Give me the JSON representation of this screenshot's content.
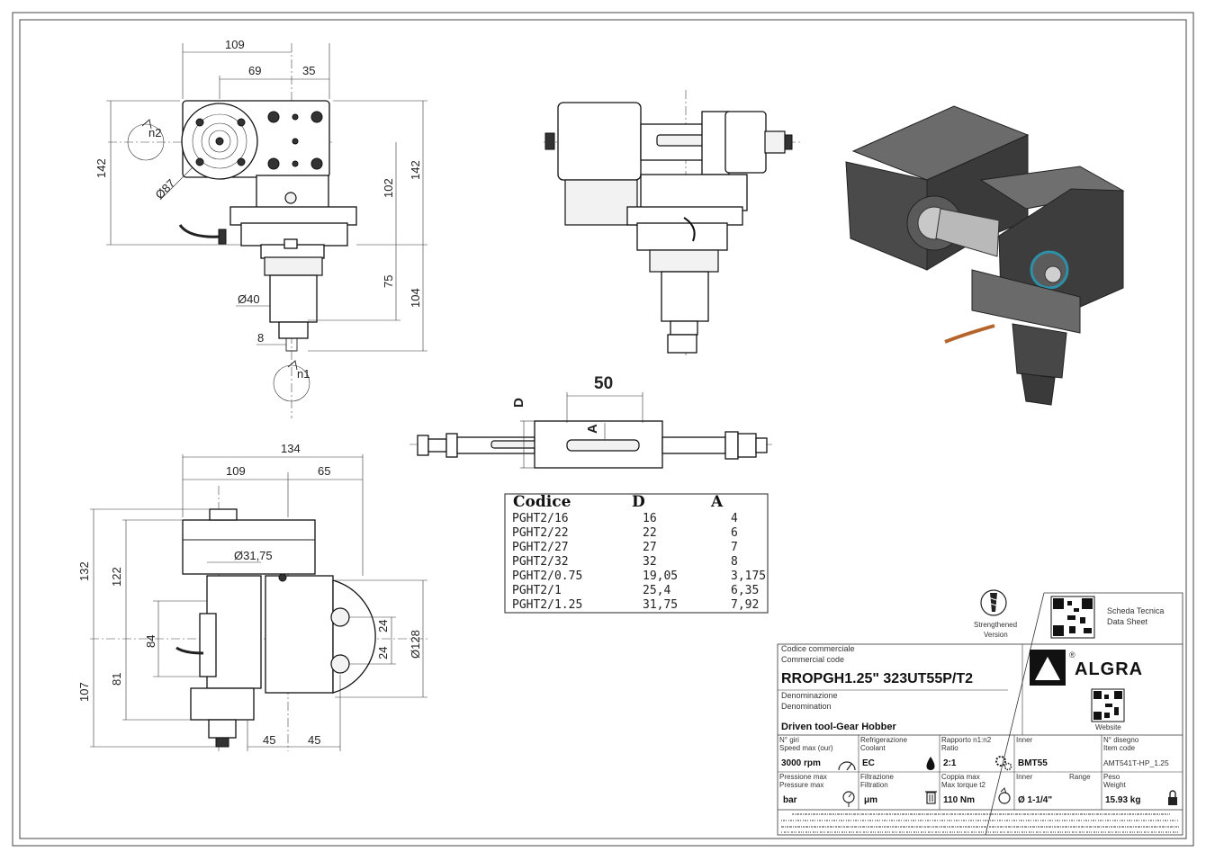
{
  "dims": {
    "front": {
      "d109": "109",
      "d69": "69",
      "d35": "35",
      "h142_left": "142",
      "h142_right": "142",
      "h102": "102",
      "h75": "75",
      "h104": "104",
      "dia87": "Ø87",
      "dia40": "Ø40",
      "d8": "8",
      "n2": "n2",
      "n1": "n1"
    },
    "shaft": {
      "d50": "50",
      "labelD": "D",
      "labelA": "A"
    },
    "bottom": {
      "d134": "134",
      "d109": "109",
      "d65": "65",
      "dia3175": "Ø31,75",
      "h132": "132",
      "h122": "122",
      "h84": "84",
      "h107": "107",
      "h81": "81",
      "h24a": "24",
      "h24b": "24",
      "dia128": "Ø128",
      "d45a": "45",
      "d45b": "45"
    }
  },
  "table": {
    "headers": [
      "Codice",
      "D",
      "A"
    ],
    "rows": [
      [
        "PGHT2/16",
        "16",
        "4"
      ],
      [
        "PGHT2/22",
        "22",
        "6"
      ],
      [
        "PGHT2/27",
        "27",
        "7"
      ],
      [
        "PGHT2/32",
        "32",
        "8"
      ],
      [
        "PGHT2/0.75",
        "19,05",
        "3,175"
      ],
      [
        "PGHT2/1",
        "25,4",
        "6,35"
      ],
      [
        "PGHT2/1.25",
        "31,75",
        "7,92"
      ]
    ]
  },
  "titleblock": {
    "strengthened_1": "Strengthened",
    "strengthened_2": "Version",
    "scheda_1": "Scheda Tecnica",
    "scheda_2": "Data Sheet",
    "code_label_1": "Codice commerciale",
    "code_label_2": "Commercial code",
    "code": "RROPGH1.25\" 323UT55P/T2",
    "brand": "ALGRA",
    "registered": "®",
    "website": "Website",
    "denom_1": "Denominazione",
    "denom_2": "Denomination",
    "description": "Driven tool-Gear Hobber",
    "cells": {
      "giri_1": "N° giri",
      "giri_2": "Speed max (our)",
      "giri_val": "3000 rpm",
      "refr_1": "Refrigerazione",
      "refr_2": "Coolant",
      "refr_val": "EC",
      "rapp_1": "Rapporto n1:n2",
      "rapp_2": "Ratio",
      "rapp_val": "2:1",
      "inner_1": "Inner",
      "inner_val": "BMT55",
      "dis_1": "N° disegno",
      "dis_2": "Item code",
      "dis_val": "AMT541T-HP_1.25",
      "press_1": "Pressione max",
      "press_2": "Pressure max",
      "press_val": "bar",
      "filt_1": "Filtrazione",
      "filt_2": "Filtration",
      "filt_val": "μm",
      "copp_1": "Coppia max",
      "copp_2": "Max torque t2",
      "copp_val": "110 Nm",
      "range_1": "Range",
      "range_val": "Ø 1-1/4\"",
      "peso_1": "Peso",
      "peso_2": "Weight",
      "peso_val": "15.93 kg"
    }
  },
  "colors": {
    "line": "#222222",
    "metal_dark": "#3a3a3a",
    "metal_mid": "#6b6b6b",
    "cable": "#b5652c"
  }
}
